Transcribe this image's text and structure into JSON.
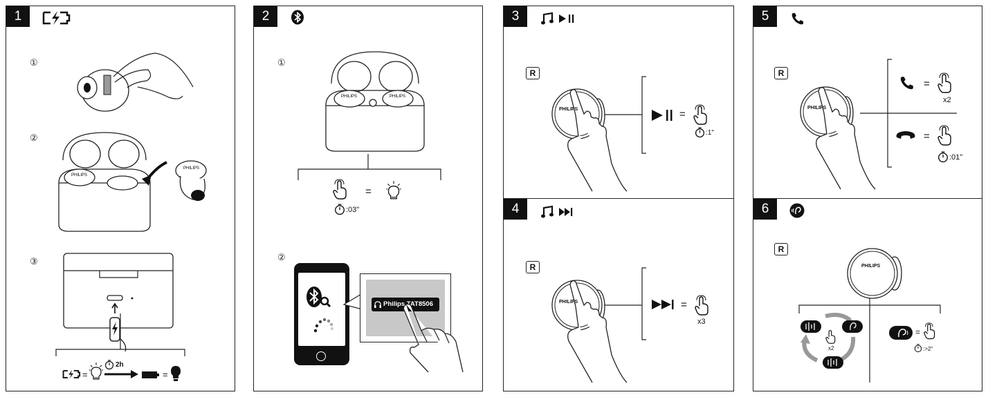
{
  "panels": {
    "p1": {
      "number": "1",
      "step1": "①",
      "step2": "②",
      "step3": "③",
      "timer": "2h",
      "bottom_symbol_eq": "="
    },
    "p2": {
      "number": "2",
      "step1": "①",
      "step2": "②",
      "timer": ":03\"",
      "device": "Philips TAT8506",
      "eq": "="
    },
    "p3": {
      "number": "3",
      "R": "R",
      "brand": "PHILIPS",
      "eq": "=",
      "timer": ":1\""
    },
    "p4": {
      "number": "4",
      "R": "R",
      "brand": "PHILIPS",
      "eq": "=",
      "times": "x3"
    },
    "p5": {
      "number": "5",
      "R": "R",
      "brand": "PHILIPS",
      "eq1": "=",
      "times": "x2",
      "eq2": "=",
      "timer": ":01\""
    },
    "p6": {
      "number": "6",
      "R": "R",
      "brand": "PHILIPS",
      "times": "x2",
      "eq": "=",
      "timer": ":>2\""
    }
  },
  "icons": {
    "p1": "charging-battery-icon",
    "p2": "bluetooth-icon",
    "p3": "music-play-pause-icon",
    "p4": "music-next-track-icon",
    "p5": "phone-icon",
    "p6": "ambient-hearing-icon"
  },
  "colors": {
    "ink": "#111111",
    "grey": "#888888",
    "screen": "#c8c8c8"
  }
}
